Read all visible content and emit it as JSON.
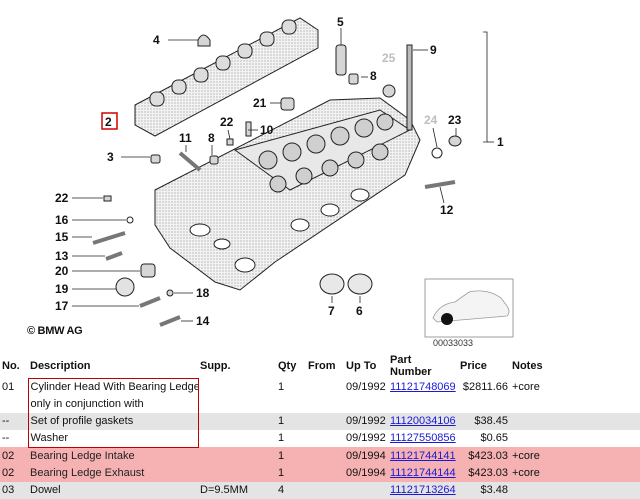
{
  "diagram": {
    "callouts": {
      "c4": "4",
      "c5": "5",
      "c25": "25",
      "c9": "9",
      "c8a": "8",
      "c2": "2",
      "c21": "21",
      "c22a": "22",
      "c10": "10",
      "c11": "11",
      "c8b": "8",
      "c24": "24",
      "c23": "23",
      "c1": "1",
      "c3": "3",
      "c22b": "22",
      "c16": "16",
      "c15": "15",
      "c13": "13",
      "c20": "20",
      "c19": "19",
      "c17": "17",
      "c18": "18",
      "c14": "14",
      "c7": "7",
      "c6": "6",
      "c12": "12"
    },
    "copyright": "© BMW AG",
    "image_code": "00033033"
  },
  "table": {
    "headers": {
      "no": "No.",
      "description": "Description",
      "supp": "Supp.",
      "qty": "Qty",
      "from": "From",
      "upto": "Up To",
      "part": "Part Number",
      "price": "Price",
      "notes": "Notes"
    },
    "rows": [
      {
        "no": "01",
        "desc": "Cylinder Head With Bearing Ledges",
        "supp": "",
        "qty": "1",
        "from": "",
        "upto": "09/1992",
        "part": "11121748069",
        "price": "$2811.66",
        "notes": "+core"
      },
      {
        "no": "",
        "desc": "only in conjunction with",
        "supp": "",
        "qty": "",
        "from": "",
        "upto": "",
        "part": "",
        "price": "",
        "notes": ""
      },
      {
        "no": "--",
        "desc": "Set of profile gaskets",
        "supp": "",
        "qty": "1",
        "from": "",
        "upto": "09/1992",
        "part": "11120034106",
        "price": "$38.45",
        "notes": ""
      },
      {
        "no": "--",
        "desc": "Washer",
        "supp": "",
        "qty": "1",
        "from": "",
        "upto": "09/1992",
        "part": "11127550856",
        "price": "$0.65",
        "notes": ""
      },
      {
        "no": "02",
        "desc": "Bearing Ledge Intake",
        "supp": "",
        "qty": "1",
        "from": "",
        "upto": "09/1994",
        "part": "11121744141",
        "price": "$423.03",
        "notes": "+core"
      },
      {
        "no": "02",
        "desc": "Bearing Ledge Exhaust",
        "supp": "",
        "qty": "1",
        "from": "",
        "upto": "09/1994",
        "part": "11121744144",
        "price": "$423.03",
        "notes": "+core"
      },
      {
        "no": "03",
        "desc": "Dowel",
        "supp": "D=9.5MM",
        "qty": "4",
        "from": "",
        "upto": "",
        "part": "11121713264",
        "price": "$3.48",
        "notes": ""
      }
    ]
  }
}
